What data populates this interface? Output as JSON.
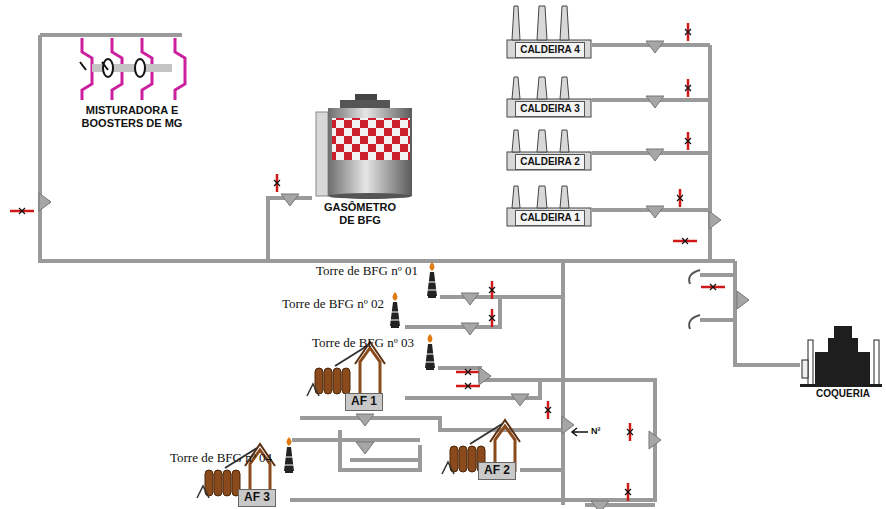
{
  "diagram": {
    "nodes": [
      {
        "text": [
          "MISTURADORA E BOOSTERS DE MG"
        ]
      },
      {
        "text": [
          "CALDEIRA 4"
        ]
      },
      {
        "text": [
          "CALDEIRA 3"
        ]
      },
      {
        "text": [
          "GASÔMETRO DE BFG"
        ]
      },
      {
        "text": [
          "CALDEIRA 2"
        ]
      },
      {
        "text": [
          "CALDEIRA 1"
        ]
      },
      {
        "text": [
          "Torre de BFG nº 01"
        ]
      },
      {
        "text": [
          "Torre de BFG nº 02"
        ]
      },
      {
        "text": [
          "Torre de BFG nº 03"
        ]
      },
      {
        "text": [
          "AF 1"
        ]
      },
      {
        "text": [
          "COQUERIA"
        ]
      },
      {
        "text": [
          "Torre de BFG nº 04"
        ]
      },
      {
        "text": [
          "AF 2"
        ]
      },
      {
        "text": [
          "AF 3"
        ]
      }
    ],
    "labels": [
      "N²"
    ]
  }
}
